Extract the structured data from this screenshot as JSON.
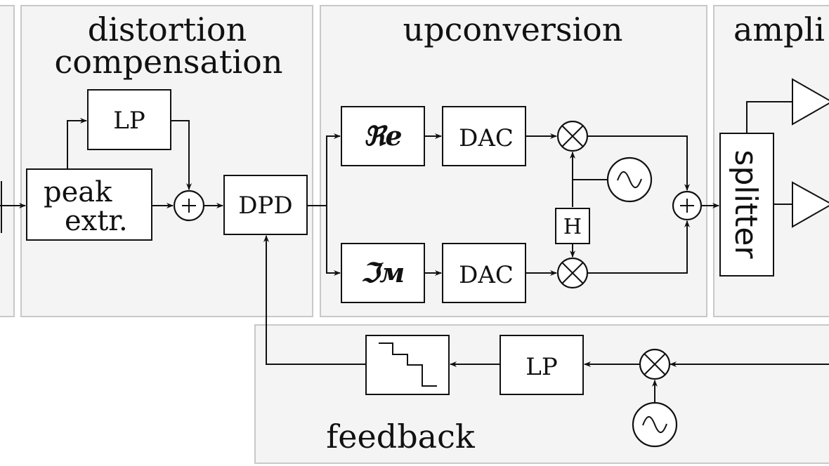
{
  "sections": {
    "distortion": {
      "title_line1": "distortion",
      "title_line2": "compensation"
    },
    "upconversion": {
      "title": "upconversion"
    },
    "amplification": {
      "title": "ampli"
    },
    "feedback": {
      "title": "feedback"
    }
  },
  "blocks": {
    "lp_top": "LP",
    "peak_line1": "peak",
    "peak_line2": "extr.",
    "dpd": "DPD",
    "re": "ℜе",
    "im": "ℑм",
    "dac_top": "DAC",
    "dac_bottom": "DAC",
    "hilbert": "H",
    "splitter": "splitter",
    "lp_feedback": "LP"
  },
  "symbols": {
    "adder": "+",
    "mixer": "mixer-icon",
    "oscillator": "oscillator-icon",
    "adc": "staircase-icon",
    "amplifier": "triangle-amplifier-icon"
  },
  "colors": {
    "stroke": "#111111",
    "panel": "#f4f4f4",
    "panel_border": "#c8c8c8"
  }
}
